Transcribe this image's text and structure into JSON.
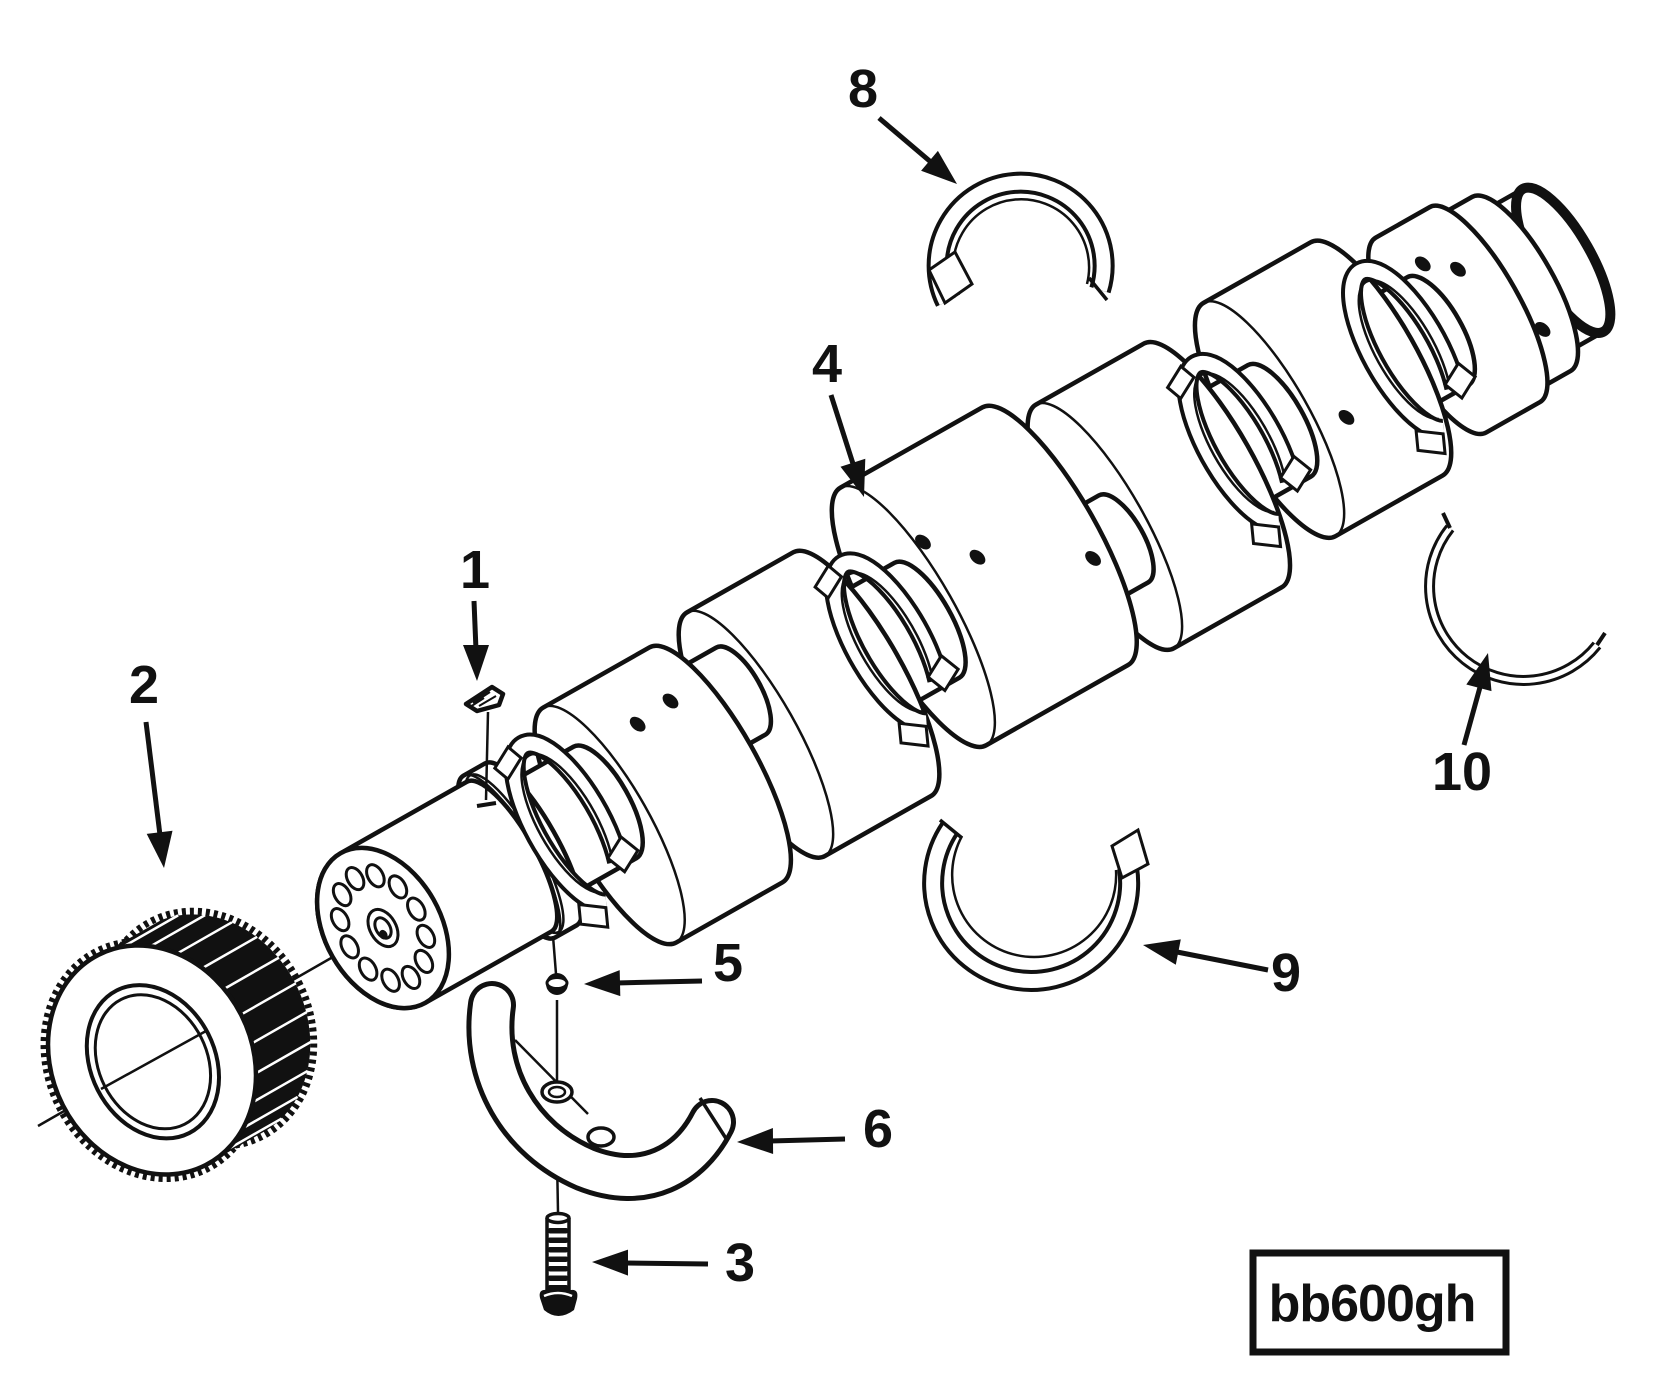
{
  "figure": {
    "code": "bb600gh"
  },
  "callouts": {
    "c1": {
      "label": "1"
    },
    "c2": {
      "label": "2"
    },
    "c3": {
      "label": "3"
    },
    "c4": {
      "label": "4"
    },
    "c5": {
      "label": "5"
    },
    "c6": {
      "label": "6"
    },
    "c8": {
      "label": "8"
    },
    "c9": {
      "label": "9"
    },
    "c10": {
      "label": "10"
    }
  },
  "colors": {
    "ink": "#111111",
    "paper": "#ffffff"
  }
}
